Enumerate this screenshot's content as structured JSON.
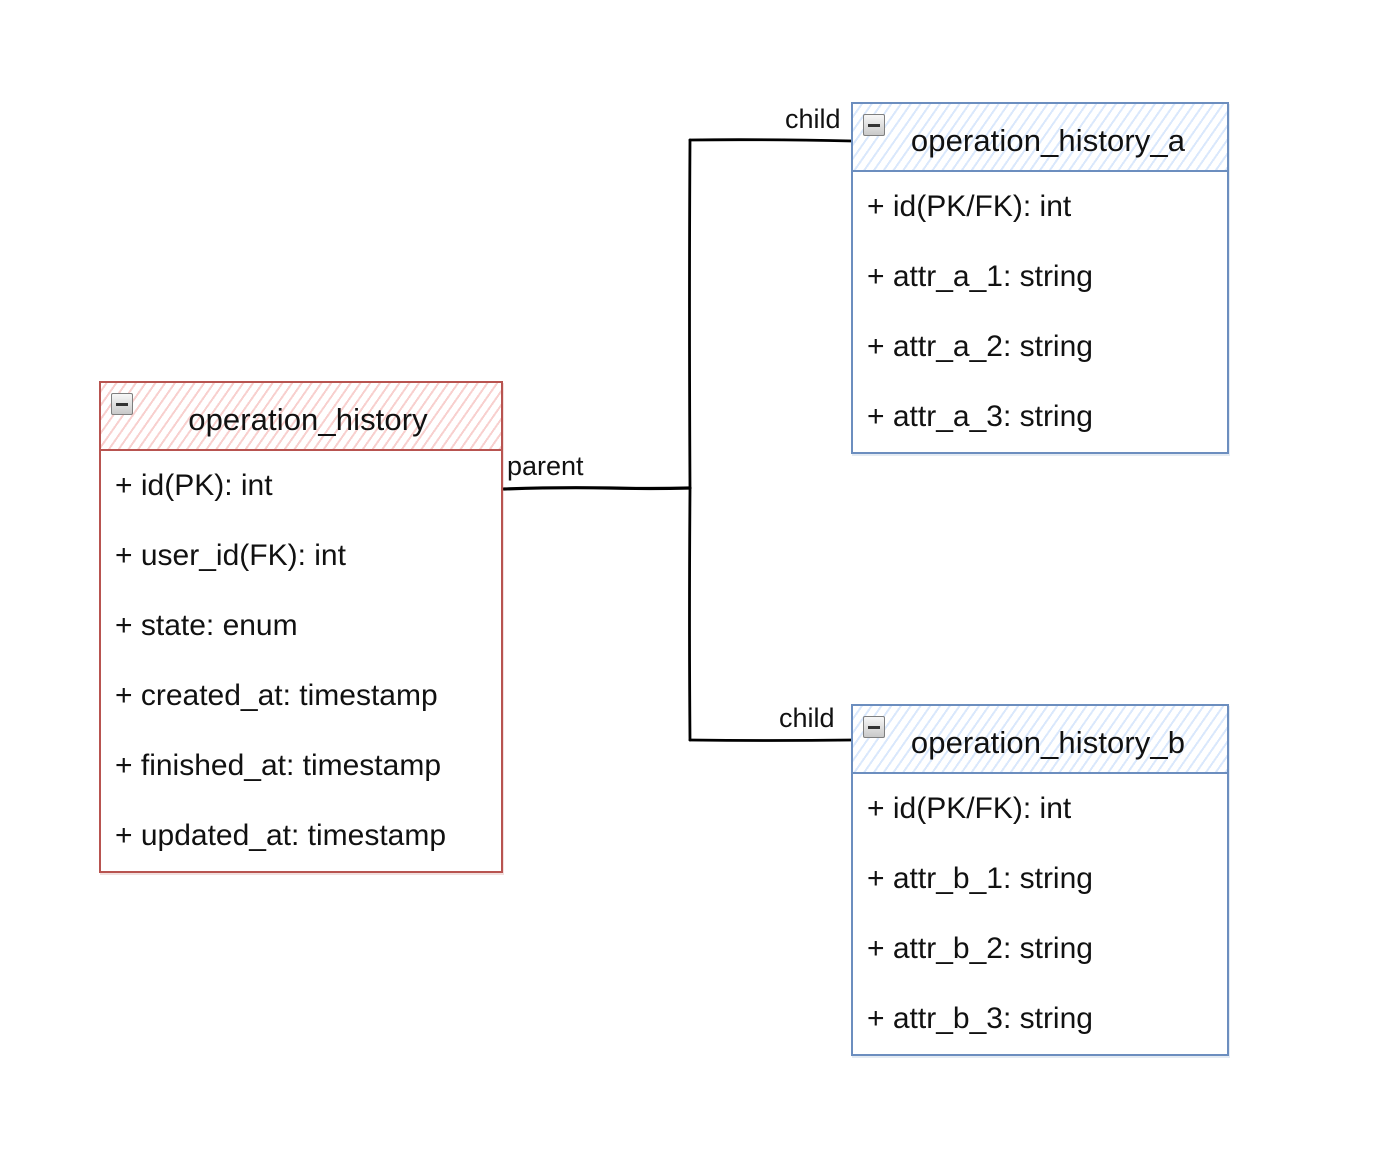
{
  "diagram": {
    "entities": {
      "parent": {
        "title": "operation_history",
        "color": "#b85450",
        "fill": "#f8cecc",
        "attributes": [
          "+ id(PK): int",
          "+ user_id(FK): int",
          "+ state: enum",
          "+ created_at: timestamp",
          "+ finished_at: timestamp",
          "+ updated_at: timestamp"
        ]
      },
      "child_a": {
        "title": "operation_history_a",
        "color": "#6c8ebf",
        "fill": "#dae8fc",
        "attributes": [
          "+ id(PK/FK): int",
          "+ attr_a_1: string",
          "+ attr_a_2: string",
          "+ attr_a_3: string"
        ]
      },
      "child_b": {
        "title": "operation_history_b",
        "color": "#6c8ebf",
        "fill": "#dae8fc",
        "attributes": [
          "+ id(PK/FK): int",
          "+ attr_b_1: string",
          "+ attr_b_2: string",
          "+ attr_b_3: string"
        ]
      }
    },
    "edge_labels": {
      "parent": "parent",
      "child_a": "child",
      "child_b": "child"
    },
    "icons": {
      "collapse": "collapse-icon"
    }
  }
}
